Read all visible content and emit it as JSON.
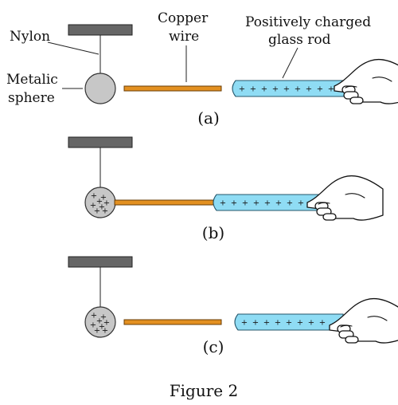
{
  "labels": {
    "nylon": "Nylon",
    "metalic_sphere_line1": "Metalic",
    "metalic_sphere_line2": "sphere",
    "copper_wire_line1": "Copper",
    "copper_wire_line2": "wire",
    "glass_rod_line1": "Positively charged",
    "glass_rod_line2": "glass rod"
  },
  "panels": [
    {
      "caption": "(a)",
      "wire_connected": false,
      "sphere_charged": false
    },
    {
      "caption": "(b)",
      "wire_connected": true,
      "sphere_charged": true
    },
    {
      "caption": "(c)",
      "wire_connected": false,
      "sphere_charged": true
    }
  ],
  "charge_symbol": "+",
  "figure_caption": "Figure 2",
  "colors": {
    "copper_wire": "#e39020",
    "glass_rod": "#8fdcf4",
    "sphere": "#c7c7c7",
    "support_bar": "#666666"
  }
}
